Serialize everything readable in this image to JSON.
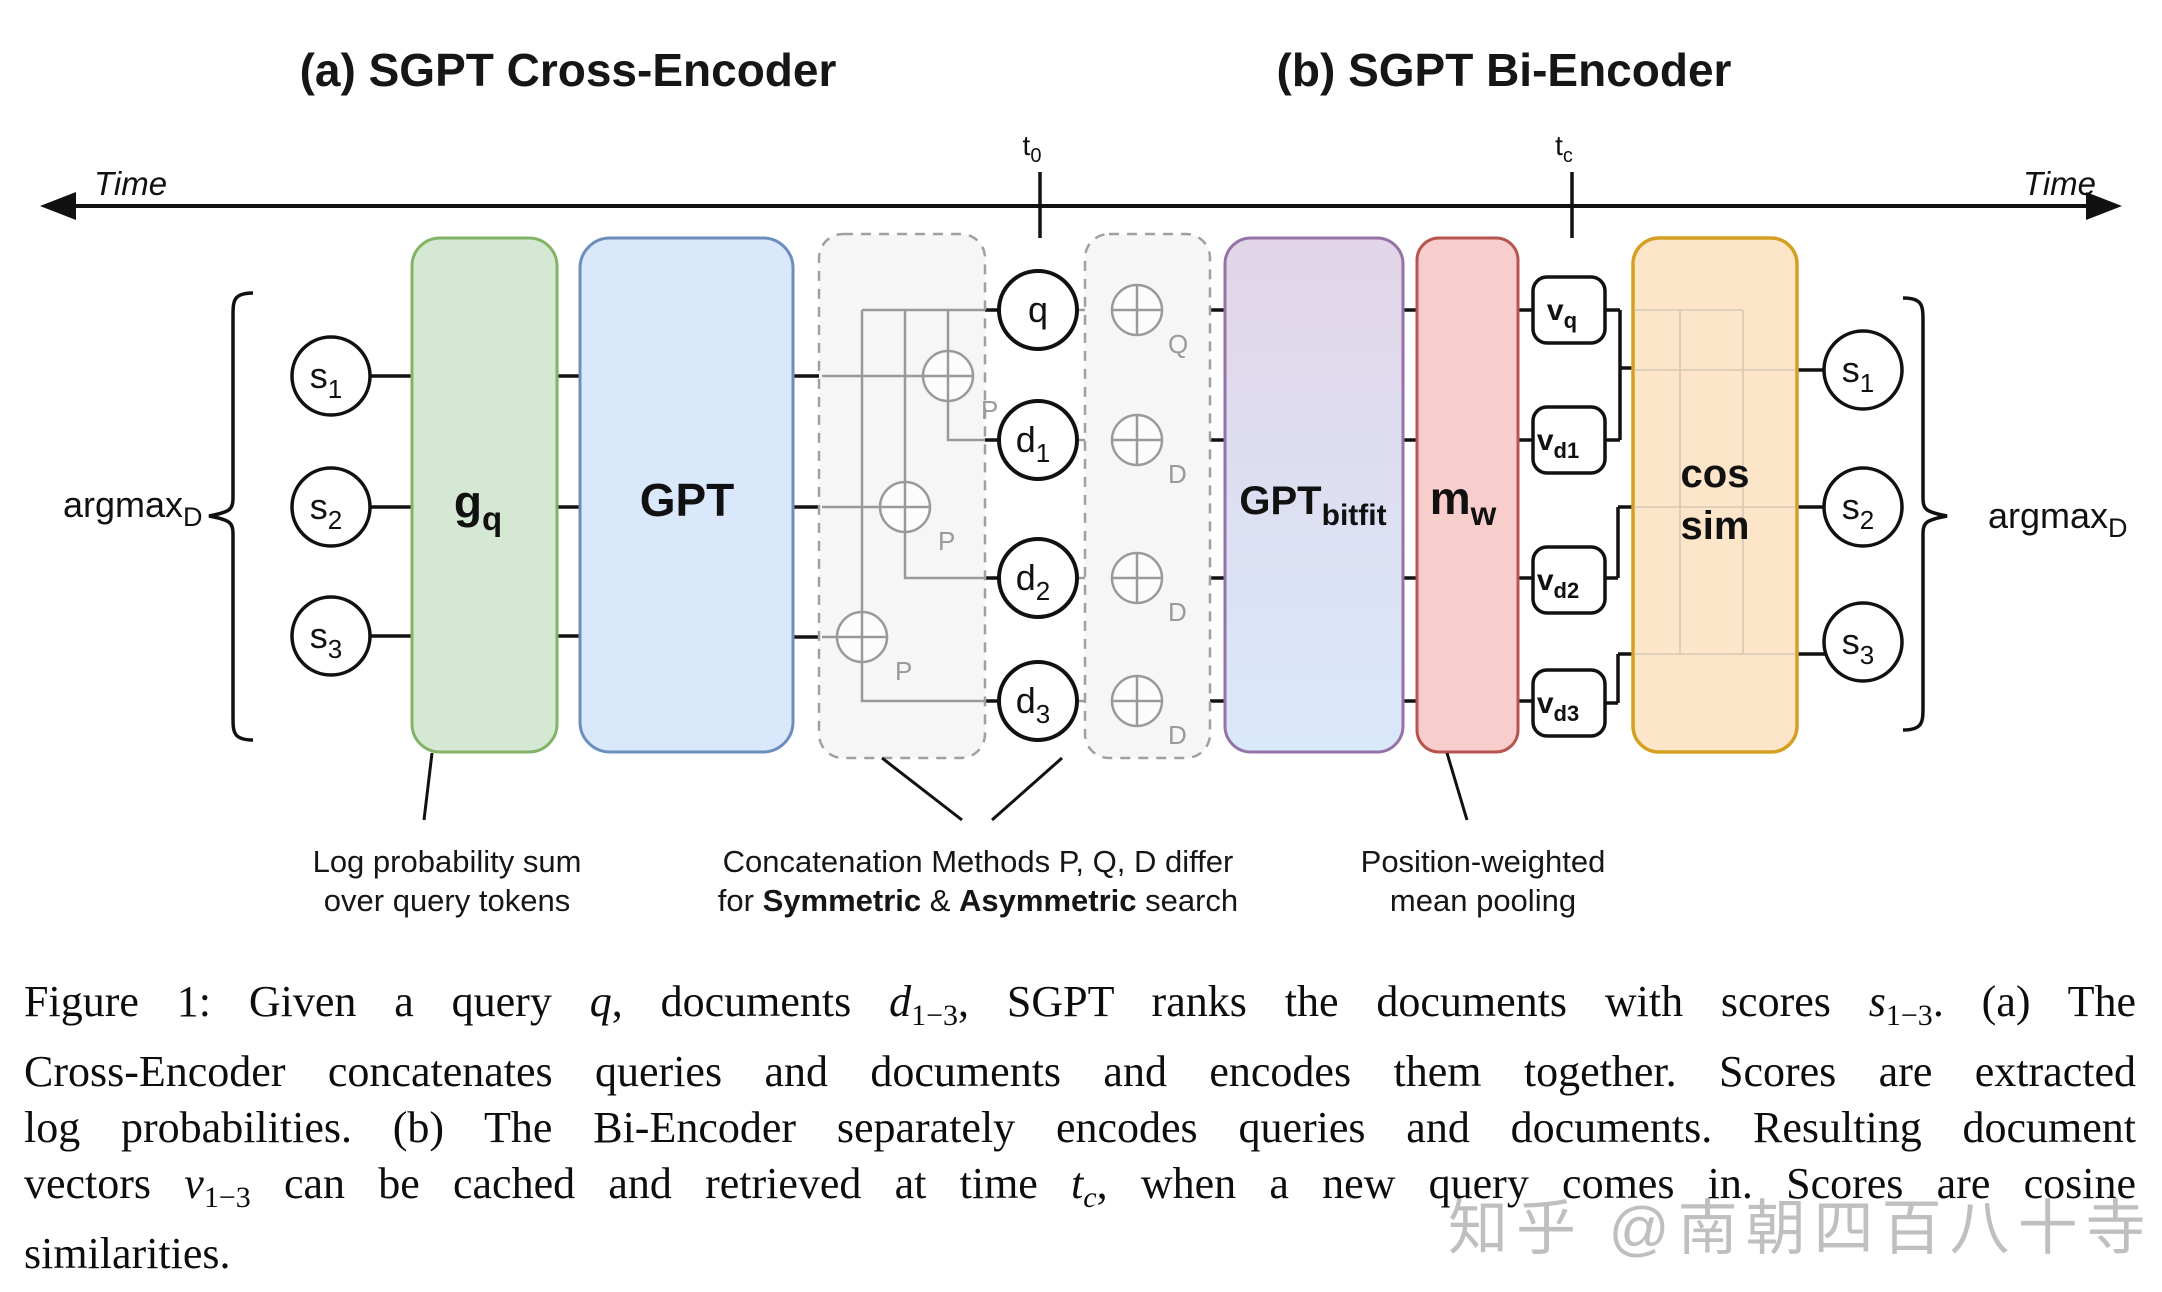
{
  "titles": {
    "cross_encoder": "(a) SGPT Cross-Encoder",
    "bi_encoder": "(b) SGPT Bi-Encoder"
  },
  "timeline": {
    "left_label": "Time",
    "right_label": "Time",
    "t0": {
      "main": "t",
      "sub": "0"
    },
    "tc": {
      "main": "t",
      "sub": "c"
    }
  },
  "left_group": {
    "argmax": {
      "main": "argmax",
      "sub": "D"
    },
    "scores": [
      {
        "main": "s",
        "sub": "1"
      },
      {
        "main": "s",
        "sub": "2"
      },
      {
        "main": "s",
        "sub": "3"
      }
    ]
  },
  "right_group": {
    "argmax": {
      "main": "argmax",
      "sub": "D"
    },
    "scores": [
      {
        "main": "s",
        "sub": "1"
      },
      {
        "main": "s",
        "sub": "2"
      },
      {
        "main": "s",
        "sub": "3"
      }
    ]
  },
  "blocks": {
    "gq": {
      "main": "g",
      "sub": "q"
    },
    "gpt": "GPT",
    "gpt_bitfit": {
      "main": "GPT",
      "sub": "bitfit"
    },
    "mw": {
      "main": "m",
      "sub": "w"
    },
    "cos_sim": {
      "line1": "cos",
      "line2": "sim"
    }
  },
  "tokens": {
    "query": "q",
    "docs": [
      {
        "main": "d",
        "sub": "1"
      },
      {
        "main": "d",
        "sub": "2"
      },
      {
        "main": "d",
        "sub": "3"
      }
    ]
  },
  "vectors": [
    {
      "main": "v",
      "sub": "q"
    },
    {
      "main": "v",
      "sub": "d1"
    },
    {
      "main": "v",
      "sub": "d2"
    },
    {
      "main": "v",
      "sub": "d3"
    }
  ],
  "plus_labels": {
    "p": "P",
    "q": "Q",
    "d": "D"
  },
  "annotations": {
    "log_prob": {
      "line1": "Log probability sum",
      "line2": "over query tokens"
    },
    "concat": {
      "line1": "Concatenation Methods P, Q, D differ",
      "line2": [
        {
          "t": "for ",
          "b": false
        },
        {
          "t": "Symmetric",
          "b": true
        },
        {
          "t": " & ",
          "b": false
        },
        {
          "t": "Asymmetric",
          "b": true
        },
        {
          "t": " search",
          "b": false
        }
      ]
    },
    "pooling": {
      "line1": "Position-weighted",
      "line2": "mean pooling"
    }
  },
  "caption": {
    "lines": [
      [
        {
          "t": "Figure 1: Given a query "
        },
        {
          "t": "q",
          "s": "i"
        },
        {
          "t": ", documents "
        },
        {
          "t": "d",
          "s": "i"
        },
        {
          "t": "1−3",
          "s": "sub"
        },
        {
          "t": ", SGPT ranks the documents with scores "
        },
        {
          "t": "s",
          "s": "i"
        },
        {
          "t": "1−3",
          "s": "sub"
        },
        {
          "t": ". (a) The"
        }
      ],
      [
        {
          "t": "Cross-Encoder concatenates queries and documents and encodes them together. Scores are extracted"
        }
      ],
      [
        {
          "t": "log probabilities. (b) The Bi-Encoder separately encodes queries and documents. Resulting document"
        }
      ],
      [
        {
          "t": "vectors "
        },
        {
          "t": "v",
          "s": "i"
        },
        {
          "t": "1−3",
          "s": "sub"
        },
        {
          "t": " can be cached and retrieved at time "
        },
        {
          "t": "t",
          "s": "i"
        },
        {
          "t": "c",
          "s": "isub"
        },
        {
          "t": ", when a new query comes in. Scores are cosine"
        }
      ],
      [
        {
          "t": "similarities."
        }
      ]
    ]
  },
  "watermark": "知乎 @南朝四百八十寺",
  "colors": {
    "green_fill": "#d5e8d4",
    "green_border": "#82b366",
    "blue_fill": "#dae8fc",
    "blue_border": "#6c8ebf",
    "purple_fill_top": "#e1d5e7",
    "purple_fill_bottom": "#dae8fc",
    "purple_border": "#9673a6",
    "red_fill": "#f8cecc",
    "red_border": "#b85450",
    "orange_fill": "#fce5c9",
    "orange_border": "#d5a021",
    "dashed_fill": "#f6f6f6",
    "dashed_border": "#a0a0a0",
    "gray_line": "#999999",
    "black": "#111111",
    "watermark_gray": "#b5b5b5"
  }
}
